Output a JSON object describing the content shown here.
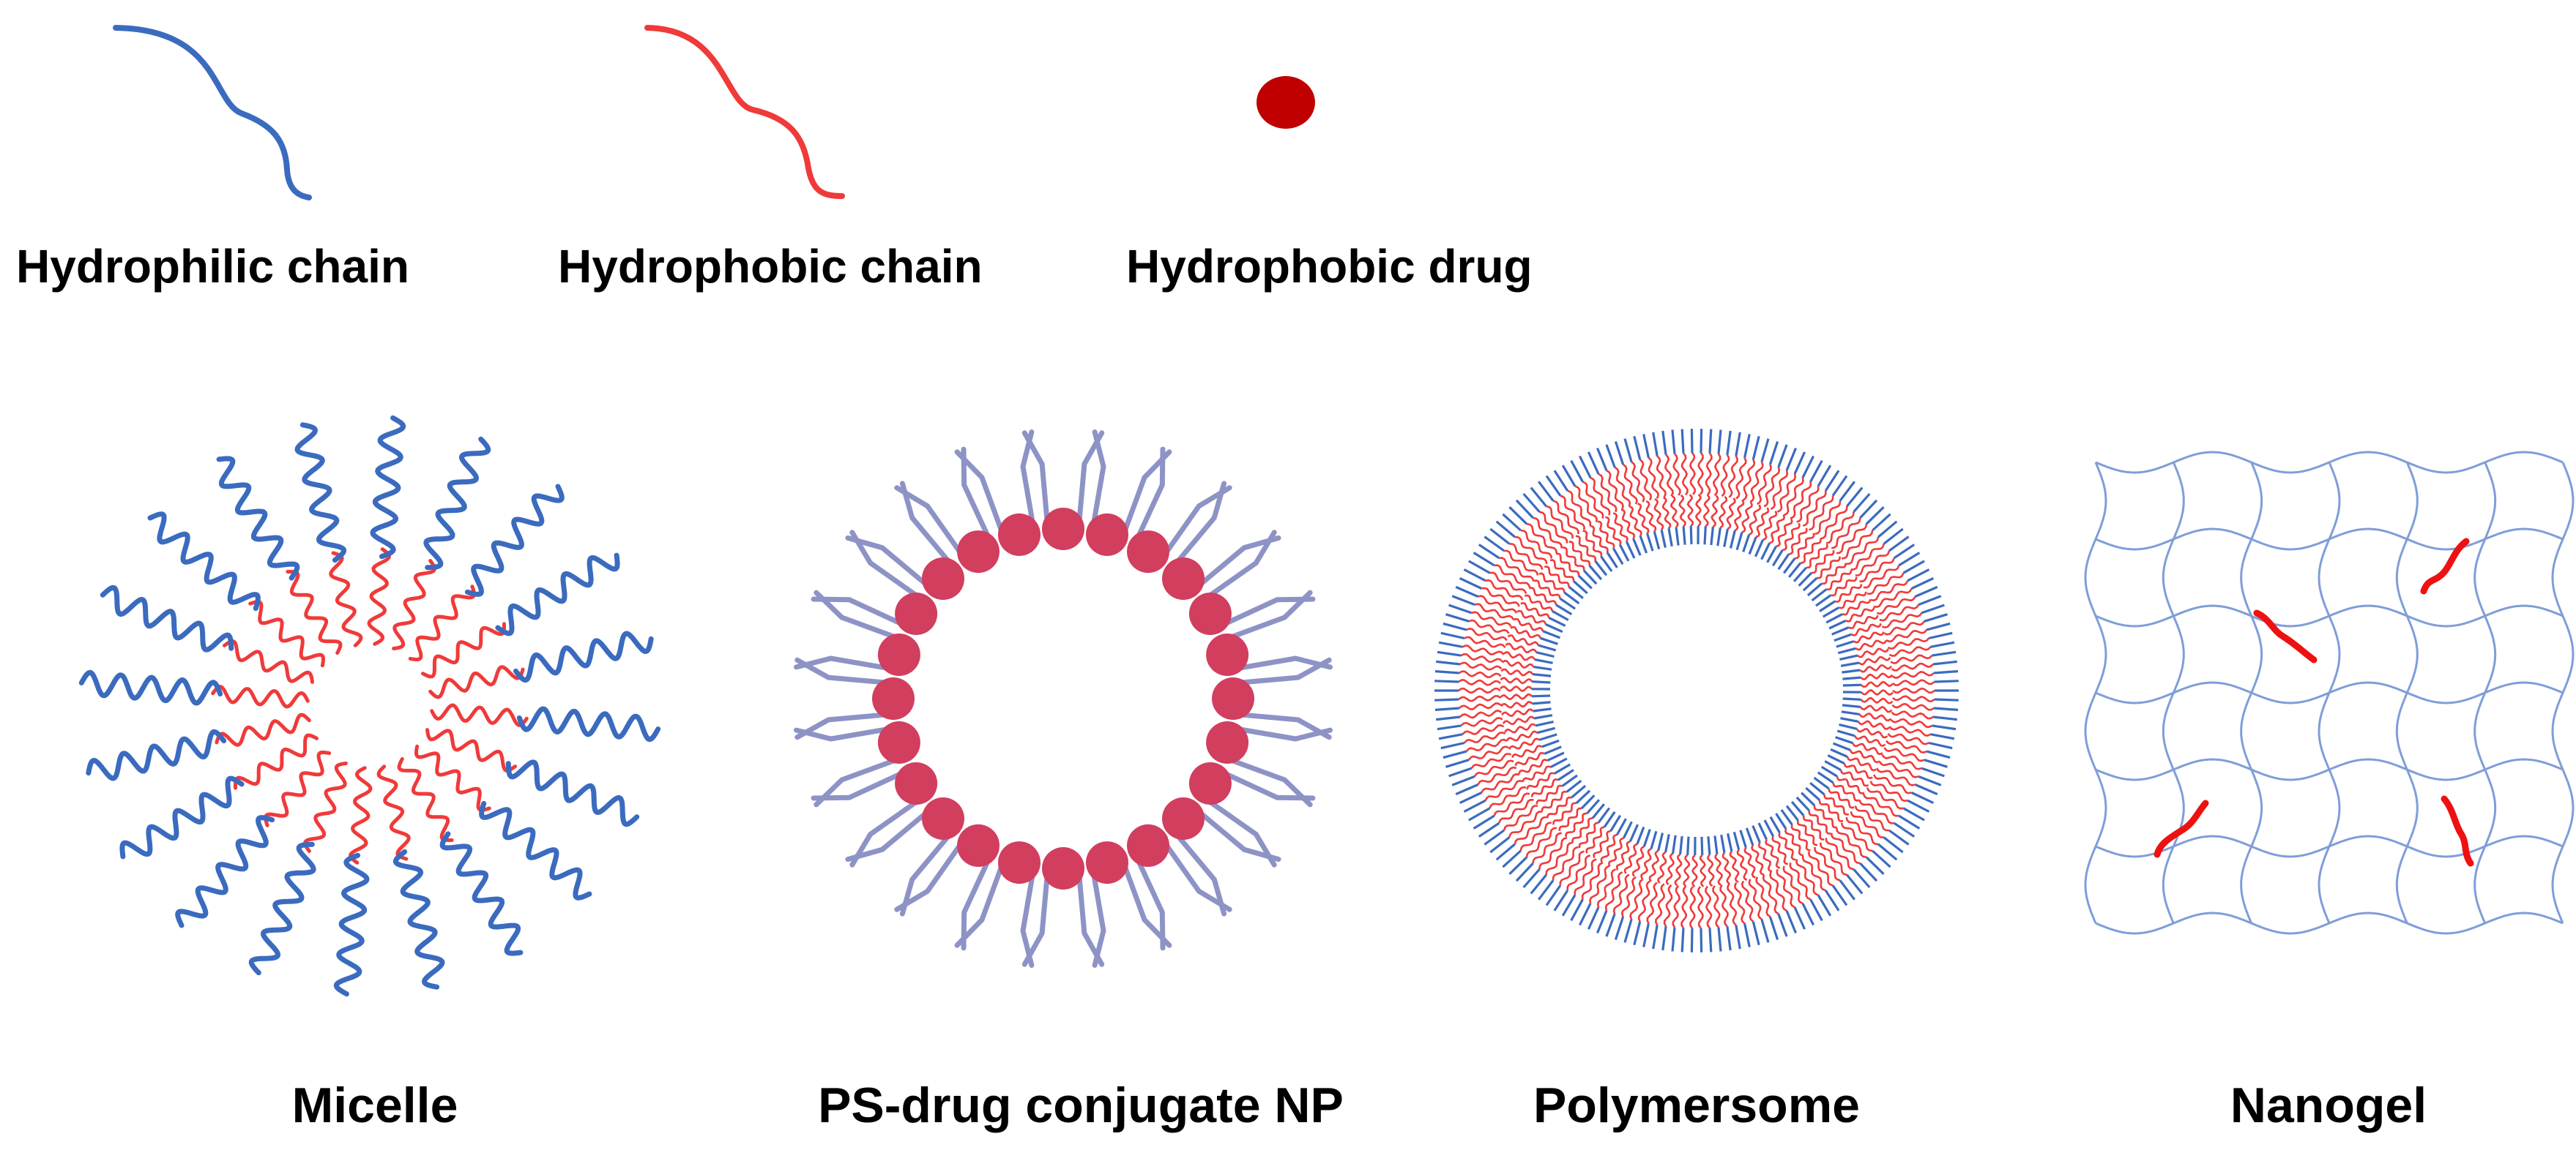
{
  "legend": {
    "hydrophilic_label": "Hydrophilic chain",
    "hydrophobic_label": "Hydrophobic chain",
    "drug_label": "Hydrophobic drug"
  },
  "structures": {
    "micelle": "Micelle",
    "conjugate": "PS-drug conjugate NP",
    "polymersome": "Polymersome",
    "nanogel": "Nanogel"
  },
  "colors": {
    "hydrophilic": "#3b6bbf",
    "hydrophobic": "#f03a3a",
    "drug": "#c00000",
    "conjugate_bead": "#d13e5e",
    "conjugate_chain": "#8e93c6",
    "gel_mesh": "#7f9ed8",
    "gel_drug": "#ee1111"
  }
}
